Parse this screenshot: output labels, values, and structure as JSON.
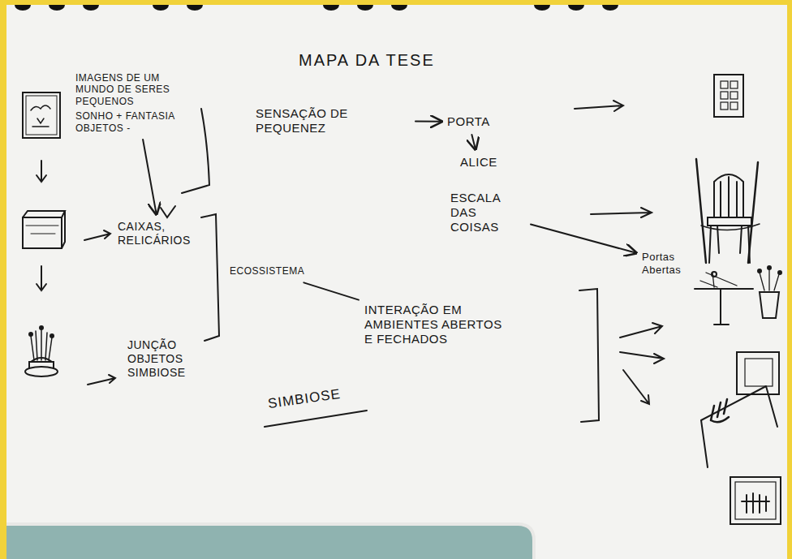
{
  "diagram": {
    "title": "MAPA DA TESE",
    "nodes": [
      {
        "text": [
          "IMAGENS DE UM MUNDO DE SERES PEQUENOS",
          "SONHO + FANTASIA OBJETOS -"
        ]
      },
      {
        "text": [
          "CAIXAS, RELICÁRIOS"
        ]
      },
      {
        "text": [
          "JUNÇÃO OBJETOS SIMBIOSE"
        ]
      },
      {
        "text": [
          "ECOSSISTEMA"
        ]
      },
      {
        "text": [
          "SENSAÇÃO DE PEQUENEZ"
        ]
      },
      {
        "text": [
          "PORTA"
        ]
      },
      {
        "text": [
          "ALICE"
        ]
      },
      {
        "text": [
          "ESCALA DAS COISAS"
        ]
      },
      {
        "text": [
          "Portas Abertas"
        ]
      },
      {
        "text": [
          "INTERAÇÃO EM AMBIENTES ABERTOS E FECHADOS"
        ]
      }
    ],
    "edges": [
      {
        "from": 0,
        "to": 1,
        "arrow": "to"
      },
      {
        "from": 4,
        "to": 5,
        "arrow": "to"
      },
      {
        "from": 5,
        "to": 6,
        "arrow": "to"
      },
      {
        "from": 7,
        "to": 8,
        "arrow": "to"
      },
      {
        "from": 3,
        "to": 9,
        "arrow": "none"
      }
    ],
    "labels": [
      "SIMBIOSE"
    ]
  }
}
